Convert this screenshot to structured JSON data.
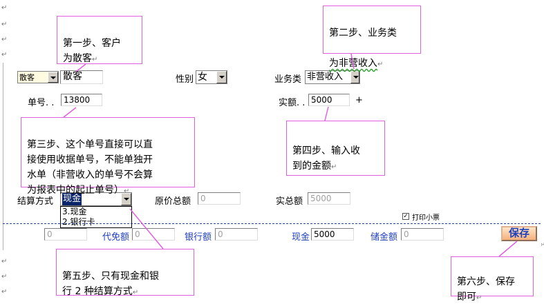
{
  "callouts": {
    "step1": "第一步、客户\n为散客",
    "step2_line1": "第二步、业务类",
    "step2_line2": "为非营收入",
    "step3": "第三步、这个单号直接可以直\n接使用收据单号，不能单独开\n水单（非营收入的单号不会算\n为报表中的起止单号）",
    "step4": "第四步、输入收\n到的金额",
    "step5": "第五步、只有现金和银\n行 2 种结算方式",
    "step6": "第六步、保存\n即可"
  },
  "form": {
    "customer_type": "散客",
    "customer_name": "散客",
    "gender_label": "性别",
    "gender_value": "女",
    "business_type_label": "业务类",
    "business_type_value": "非营收入",
    "order_no_label": "单号. .",
    "order_no_value": "13800",
    "actual_amount_label": "实额. .",
    "actual_amount_value": "5000",
    "plus_sign": "+",
    "settlement_label": "结算方式",
    "settlement_value": "现金",
    "settlement_options": [
      "3.现金",
      "2.银行卡"
    ],
    "original_total_label": "原价总额",
    "original_total_value": "0",
    "actual_total_label": "实总额",
    "actual_total_value": "5000",
    "print_receipt_label": "打印小票",
    "print_receipt_checked": "✓",
    "discount_value": "0",
    "voucher_label": "代免额",
    "voucher_value": "0",
    "bank_label": "银行额",
    "bank_value": "0",
    "cash_label": "现金",
    "cash_value": "5000",
    "stored_label": "储金额",
    "stored_value": "0",
    "save_label": "保存"
  },
  "paragraph_mark": "↵",
  "colors": {
    "callout_border": "#e060e0",
    "label_blue": "#1f3fbf",
    "dashed_line": "#2a3f9f"
  }
}
